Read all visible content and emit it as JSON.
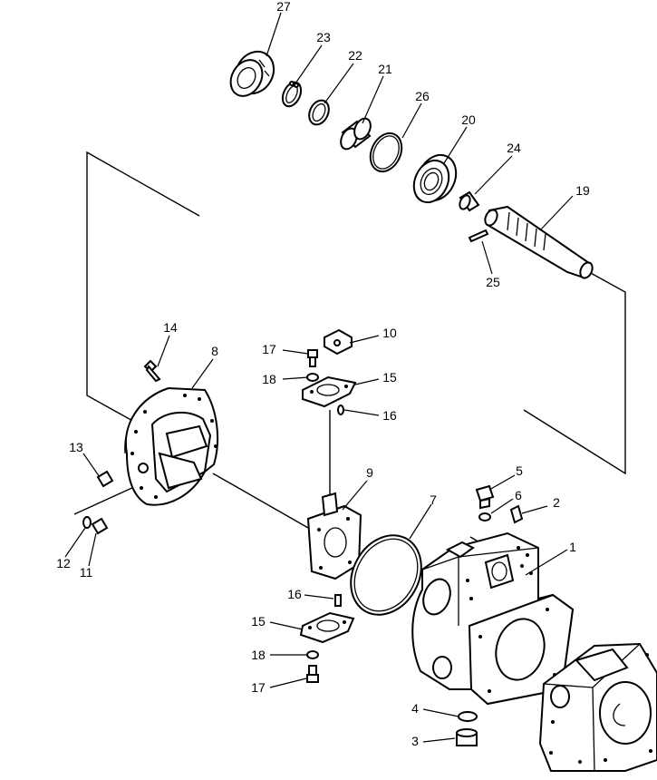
{
  "diagram": {
    "callouts": [
      {
        "id": "c1",
        "text": "1"
      },
      {
        "id": "c2",
        "text": "2"
      },
      {
        "id": "c3",
        "text": "3"
      },
      {
        "id": "c4",
        "text": "4"
      },
      {
        "id": "c5",
        "text": "5"
      },
      {
        "id": "c6",
        "text": "6"
      },
      {
        "id": "c7",
        "text": "7"
      },
      {
        "id": "c8",
        "text": "8"
      },
      {
        "id": "c9",
        "text": "9"
      },
      {
        "id": "c10",
        "text": "10"
      },
      {
        "id": "c11",
        "text": "11"
      },
      {
        "id": "c12",
        "text": "12"
      },
      {
        "id": "c13",
        "text": "13"
      },
      {
        "id": "c14",
        "text": "14"
      },
      {
        "id": "c15a",
        "text": "15"
      },
      {
        "id": "c15b",
        "text": "15"
      },
      {
        "id": "c16a",
        "text": "16"
      },
      {
        "id": "c16b",
        "text": "16"
      },
      {
        "id": "c17a",
        "text": "17"
      },
      {
        "id": "c17b",
        "text": "17"
      },
      {
        "id": "c18a",
        "text": "18"
      },
      {
        "id": "c18b",
        "text": "18"
      },
      {
        "id": "c19",
        "text": "19"
      },
      {
        "id": "c20",
        "text": "20"
      },
      {
        "id": "c21",
        "text": "21"
      },
      {
        "id": "c22",
        "text": "22"
      },
      {
        "id": "c23",
        "text": "23"
      },
      {
        "id": "c24",
        "text": "24"
      },
      {
        "id": "c25",
        "text": "25"
      },
      {
        "id": "c26",
        "text": "26"
      },
      {
        "id": "c27",
        "text": "27"
      }
    ]
  }
}
